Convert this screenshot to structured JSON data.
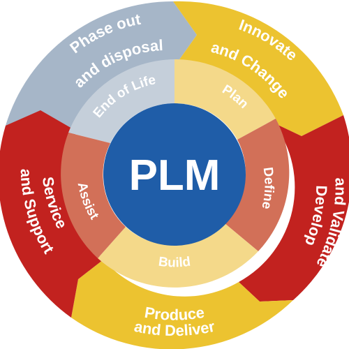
{
  "center": {
    "label": "PLM"
  },
  "inner_stages": [
    {
      "key": "end-of-life",
      "label": "End of Life"
    },
    {
      "key": "plan",
      "label": "Plan"
    },
    {
      "key": "define",
      "label": "Define"
    },
    {
      "key": "build",
      "label": "Build"
    },
    {
      "key": "assist",
      "label": "Assist"
    }
  ],
  "outer_stages": {
    "phase_out": {
      "line1": "Phase out",
      "line2": "and disposal"
    },
    "innovate": {
      "line1": "Innovate",
      "line2": "and Change"
    },
    "develop": {
      "line1": "Develop",
      "line2": "and Validate"
    },
    "produce": {
      "line1": "Produce",
      "line2": "and Deliver"
    },
    "service": {
      "line1": "Service",
      "line2": "and Support"
    }
  },
  "colors": {
    "center": "#1f5da8",
    "outer_grey": "#a6b6c8",
    "outer_yellow": "#ecc330",
    "outer_red": "#c2221f",
    "inner_grey": "#c5cfda",
    "inner_yellow": "#f4d98a",
    "inner_red": "#d27058",
    "text_light": "#ffffff"
  }
}
